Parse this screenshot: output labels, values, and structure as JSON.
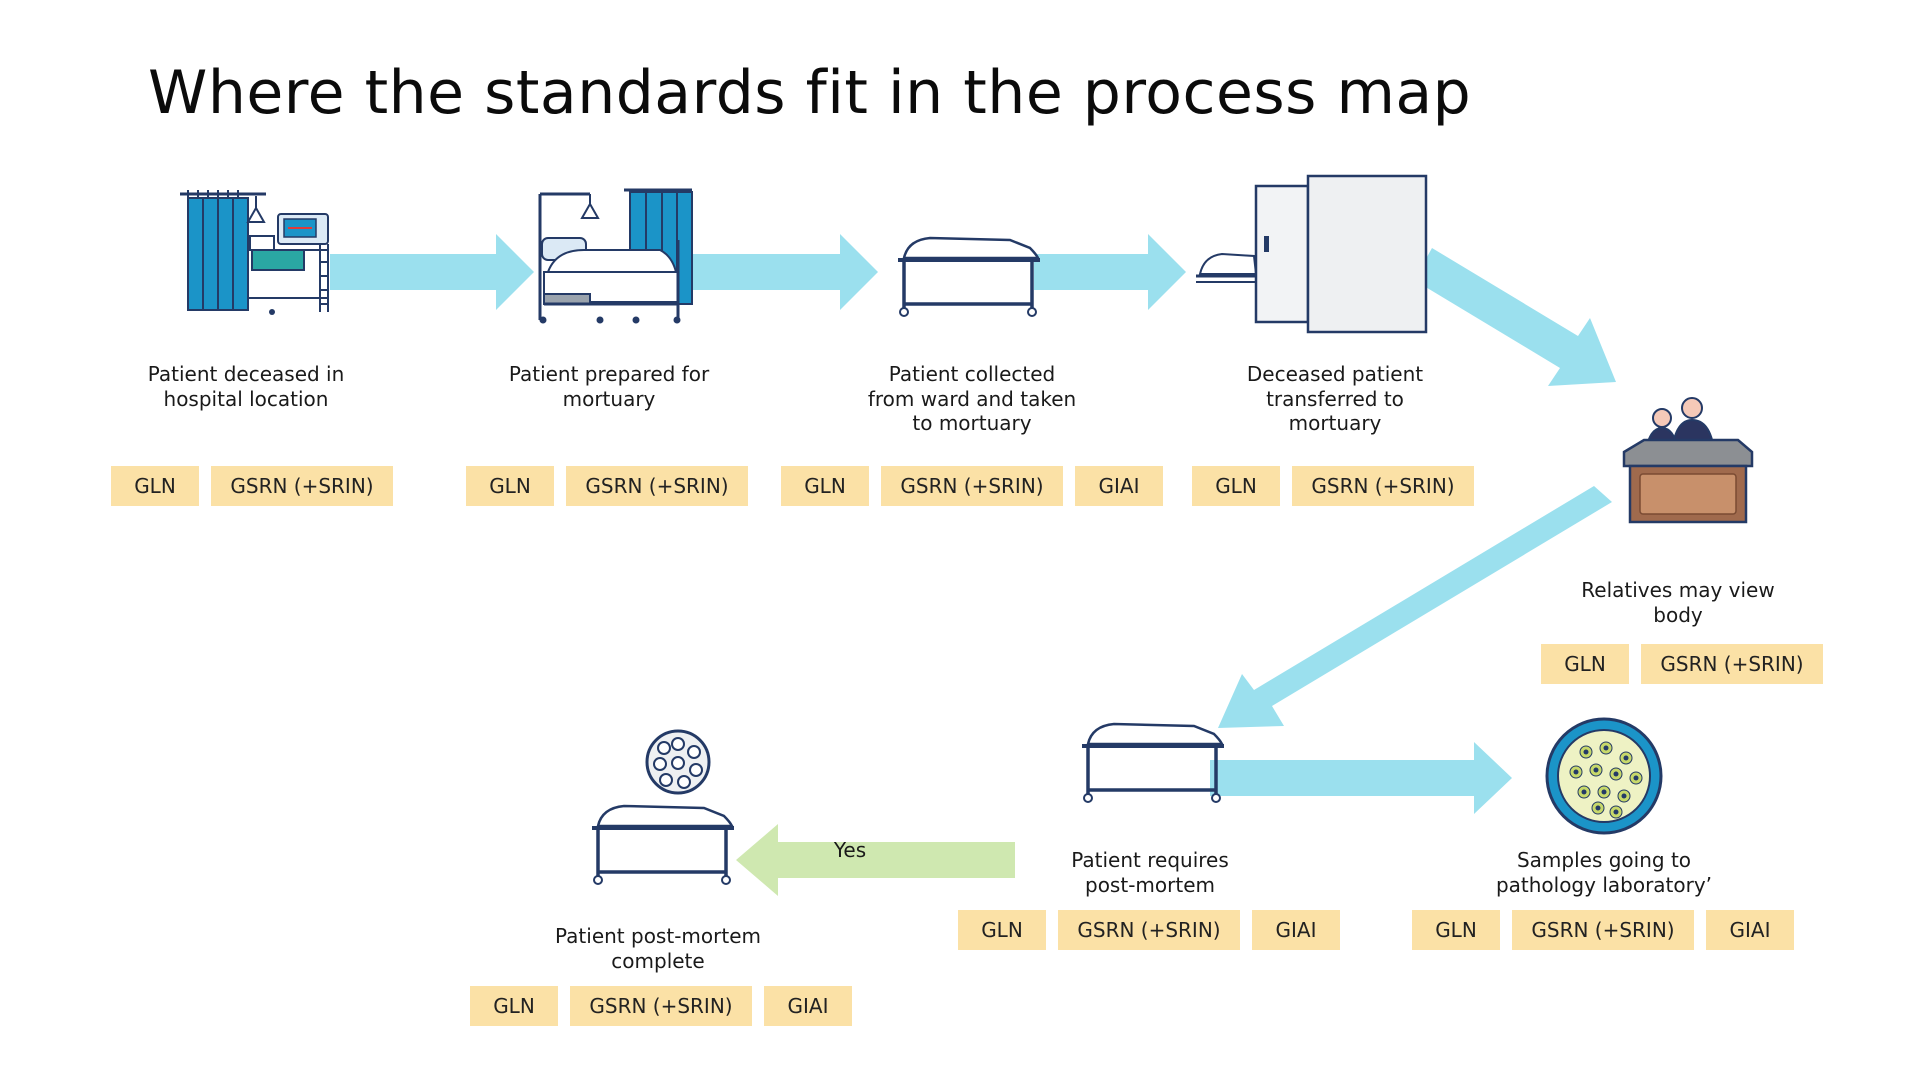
{
  "title": "Where the standards fit in the process map",
  "colors": {
    "arrow_flow": "#9be0ee",
    "arrow_decision": "#cfe8b0",
    "tag_fill": "#fbe1a6",
    "icon_navy": "#243a66",
    "curtain_blue": "#1b94c8"
  },
  "steps": [
    {
      "icon": "hospital-bed-icon",
      "label": [
        "Patient deceased in",
        "hospital location"
      ],
      "tags": [
        "GLN",
        "GSRN (+SRIN)"
      ]
    },
    {
      "icon": "covered-bed-icon",
      "label": [
        "Patient prepared for",
        "mortuary"
      ],
      "tags": [
        "GLN",
        "GSRN (+SRIN)"
      ]
    },
    {
      "icon": "trolley-icon",
      "label": [
        "Patient collected",
        "from ward and taken",
        "to mortuary"
      ],
      "tags": [
        "GLN",
        "GSRN (+SRIN)",
        "GIAI"
      ]
    },
    {
      "icon": "mortuary-fridge-icon",
      "label": [
        "Deceased patient",
        "transferred to",
        "mortuary"
      ],
      "tags": [
        "GLN",
        "GSRN (+SRIN)"
      ]
    },
    {
      "icon": "relatives-viewing-icon",
      "label": [
        "Relatives may view",
        "body"
      ],
      "tags": [
        "GLN",
        "GSRN (+SRIN)"
      ]
    },
    {
      "icon": "trolley-icon",
      "label": [
        "Patient requires",
        "post-mortem"
      ],
      "tags": [
        "GLN",
        "GSRN (+SRIN)",
        "GIAI"
      ]
    },
    {
      "icon": "petri-dish-icon",
      "label": [
        "Samples going to",
        "pathology laboratory’"
      ],
      "tags": [
        "GLN",
        "GSRN (+SRIN)",
        "GIAI"
      ]
    },
    {
      "icon": "surgical-table-icon",
      "label": [
        "Patient post-mortem",
        "complete"
      ],
      "tags": [
        "GLN",
        "GSRN (+SRIN)",
        "GIAI"
      ]
    }
  ],
  "decision_arrow_label": "Yes"
}
